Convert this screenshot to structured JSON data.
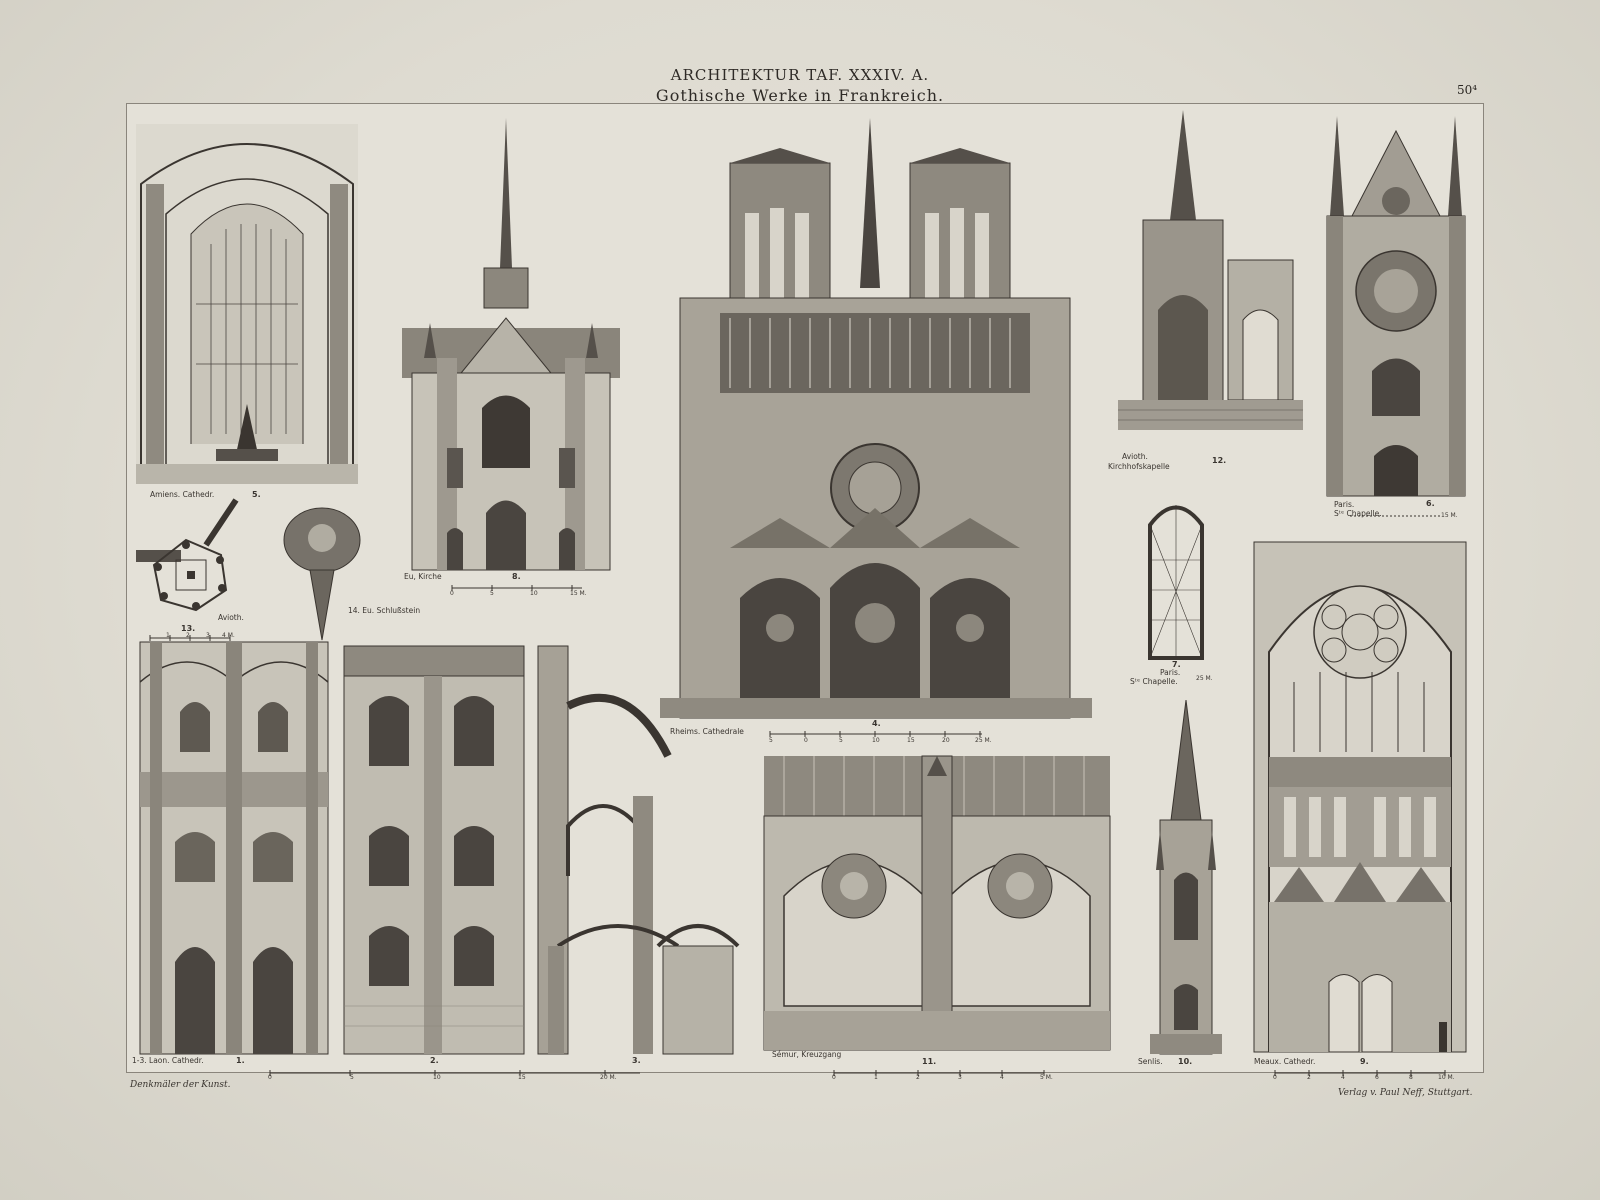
{
  "header": {
    "title_line1": "ARCHITEKTUR TAF. XXXIV. A.",
    "title_line2": "Gothische Werke in Frankreich.",
    "plate_number": "50⁴"
  },
  "figures": [
    {
      "id": "amiens",
      "caption": "Amiens. Cathedr.",
      "number": "5."
    },
    {
      "id": "eu-kirche",
      "caption": "Eu, Kirche",
      "number": "8."
    },
    {
      "id": "rheims",
      "caption": "Rheims. Cathedrale",
      "number": "4."
    },
    {
      "id": "avioth-chapel",
      "caption": "Avioth.",
      "subcaption": "Kirchhofskapelle",
      "number": "12."
    },
    {
      "id": "paris-chapelle",
      "caption": "Paris.",
      "subcaption": "Sᵗᵉ Chapelle.",
      "number": "6."
    },
    {
      "id": "avioth-plan",
      "caption": "Avioth.",
      "number": "13."
    },
    {
      "id": "eu-keystone",
      "caption": "14. Eu. Schlußstein",
      "number": ""
    },
    {
      "id": "paris-plan",
      "caption": "Paris.",
      "subcaption": "Sᵗᵉ Chapelle.",
      "number": "7."
    },
    {
      "id": "laon-1",
      "caption": "1-3. Laon. Cathedr.",
      "number": "1."
    },
    {
      "id": "laon-2",
      "caption": "",
      "number": "2."
    },
    {
      "id": "laon-3",
      "caption": "",
      "number": "3."
    },
    {
      "id": "semur",
      "caption": "Sémur, Kreuzgang",
      "number": "11."
    },
    {
      "id": "senlis",
      "caption": "Senlis.",
      "number": "10."
    },
    {
      "id": "meaux",
      "caption": "Meaux. Cathedr.",
      "number": "9."
    }
  ],
  "scales": {
    "eu": [
      "0",
      "5",
      "10",
      "15 M."
    ],
    "rheims": [
      "5",
      "0",
      "5",
      "10",
      "15",
      "20",
      "25 M."
    ],
    "avioth_plan": [
      "1",
      "2",
      "3",
      "4 M."
    ],
    "paris_chapelle": [
      "15 M."
    ],
    "paris_plan": [
      "25 M."
    ],
    "laon": [
      "0",
      "5",
      "10",
      "15",
      "20 M."
    ],
    "semur": [
      "0",
      "1",
      "2",
      "3",
      "4",
      "5 M."
    ],
    "meaux": [
      "0",
      "2",
      "4",
      "6",
      "8",
      "10 M."
    ]
  },
  "footer": {
    "left": "Denkmäler der Kunst.",
    "right": "Verlag v. Paul Neff, Stuttgart."
  },
  "colors": {
    "paper": "#e4e1d8",
    "ink": "#2e2a26"
  }
}
